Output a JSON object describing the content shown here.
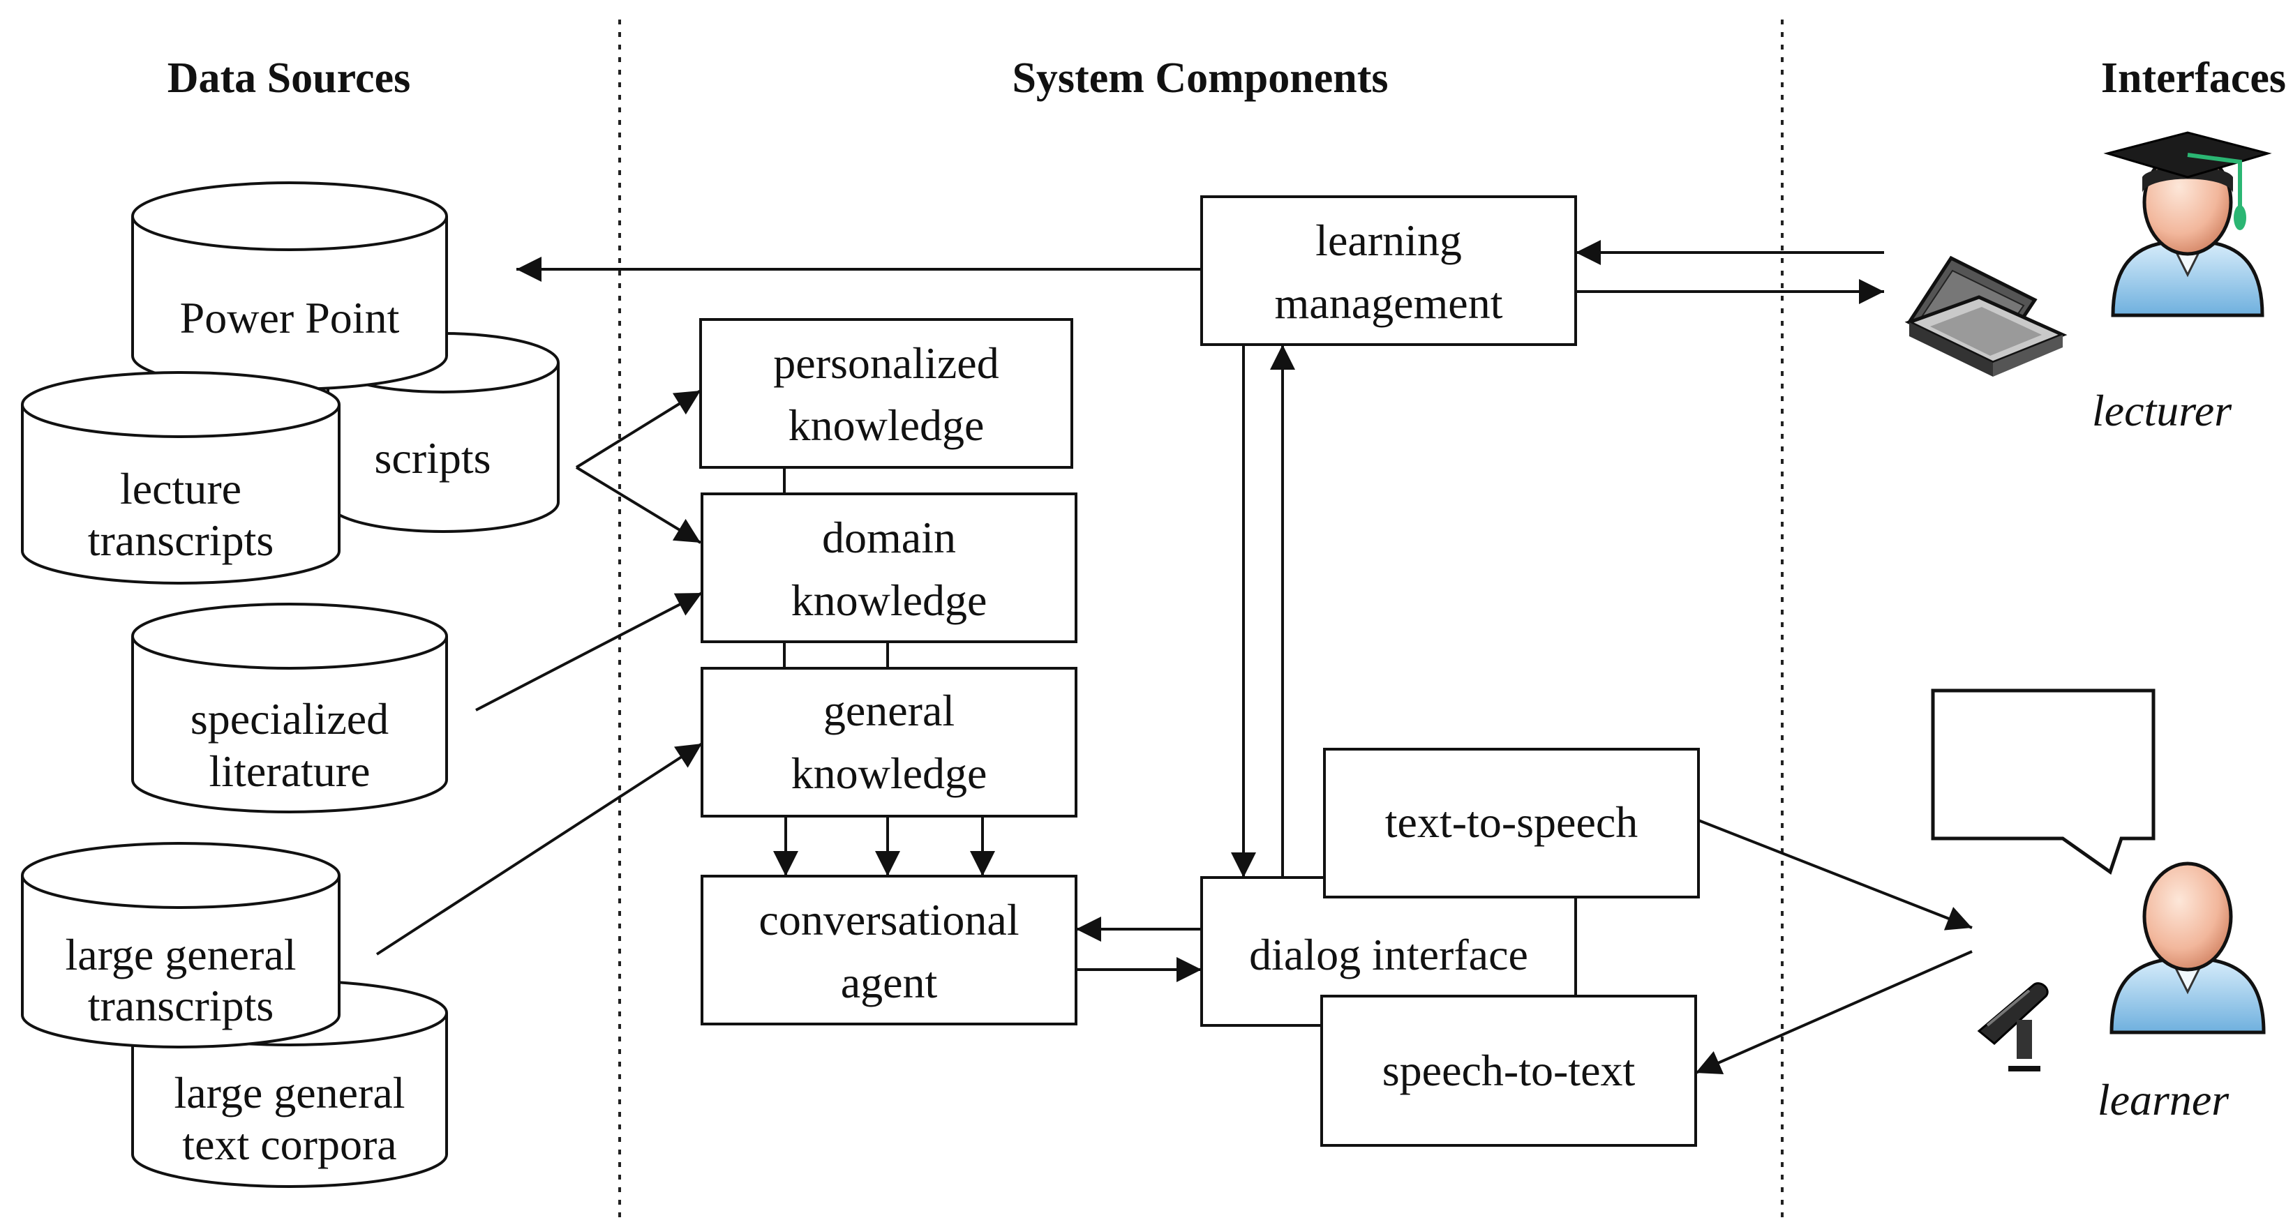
{
  "headers": {
    "data_sources": "Data Sources",
    "system_components": "System Components",
    "interfaces": "Interfaces"
  },
  "data_sources": {
    "power_point": "Power Point",
    "scripts": "scripts",
    "lecture_transcripts": [
      "lecture",
      "transcripts"
    ],
    "specialized_literature": [
      "specialized",
      "literature"
    ],
    "large_general_transcripts": [
      "large general",
      "transcripts"
    ],
    "large_general_text_corpora": [
      "large general",
      "text corpora"
    ]
  },
  "components": {
    "learning_management": [
      "learning",
      "management"
    ],
    "personalized_knowledge": [
      "personalized",
      "knowledge"
    ],
    "domain_knowledge": [
      "domain",
      "knowledge"
    ],
    "general_knowledge": [
      "general",
      "knowledge"
    ],
    "conversational_agent": [
      "conversational",
      "agent"
    ],
    "dialog_interface": "dialog interface",
    "text_to_speech": "text-to-speech",
    "speech_to_text": "speech-to-text"
  },
  "interfaces": {
    "lecturer": "lecturer",
    "learner": "learner"
  },
  "icons": [
    "graduate-lecturer-icon",
    "laptop-icon",
    "speech-bubble-icon",
    "learner-person-icon",
    "microphone-icon"
  ]
}
